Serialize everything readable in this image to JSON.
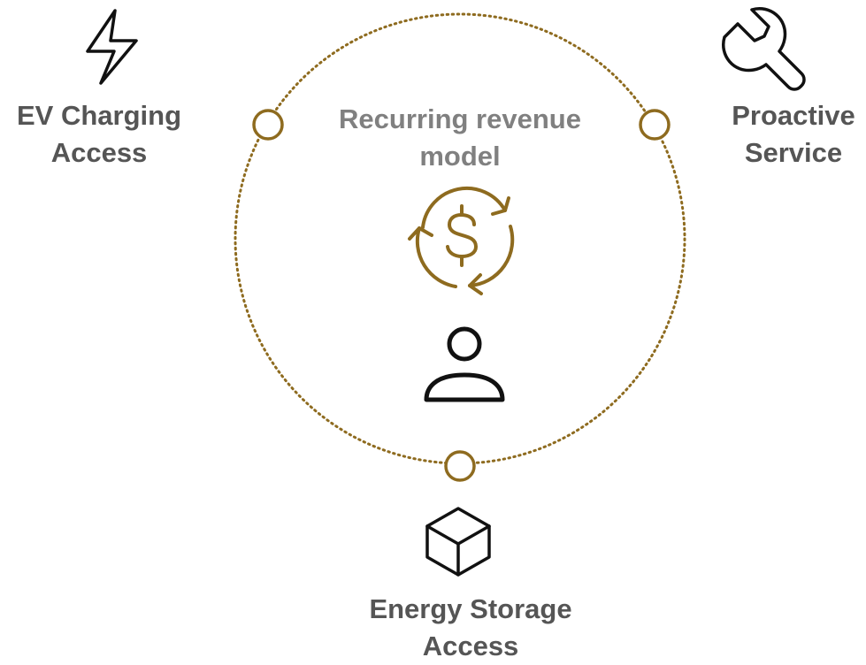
{
  "colors": {
    "accent": "#8E6B1F",
    "label_dark": "#555555",
    "label_light": "#808080",
    "icon": "#111111"
  },
  "center": {
    "title_line1": "Recurring revenue",
    "title_line2": "model",
    "icon": "recurring-dollar-icon",
    "person_icon": "user-icon"
  },
  "nodes": [
    {
      "id": "ev",
      "label_line1": "EV Charging",
      "label_line2": "Access",
      "icon": "lightning-bolt-icon"
    },
    {
      "id": "proactive",
      "label_line1": "Proactive",
      "label_line2": "Service",
      "icon": "wrench-icon"
    },
    {
      "id": "storage",
      "label_line1": "Energy Storage",
      "label_line2": "Access",
      "icon": "cube-icon"
    }
  ]
}
